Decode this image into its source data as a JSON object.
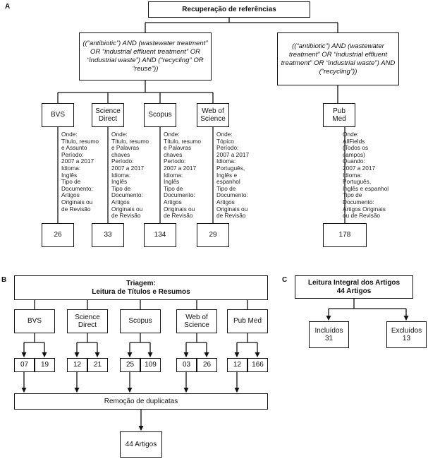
{
  "panels": {
    "a": "A",
    "b": "B",
    "c": "C"
  },
  "a": {
    "root": "Recuperação de referências",
    "query_left": "((“antibiotic”) AND (wastewater treatment” OR “industrial effluent treatment” OR “industrial waste”) AND (“recycling” OR “reuse”))",
    "query_right": "((“antibiotic”) AND (wastewater treatment” OR “industrial effluent treatment” OR “industrial waste”) AND (“recycling”))",
    "databases": [
      {
        "name": "BVS",
        "details": "Onde:\nTítulo, resumo\ne Assunto\nPeríodo:\n2007 a 2017\nIdioma:\nInglês\nTipo de\nDocumento:\nArtigos\nOriginais ou\nde Revisão",
        "count": "26"
      },
      {
        "name": "Science\nDirect",
        "details": "Onde:\nTítulo, resumo\ne Palavras\nchaves\nPeríodo:\n2007 a 2017\nIdioma:\nInglês\nTipo de\nDocumento:\nArtigos\nOriginais ou\nde Revisão",
        "count": "33"
      },
      {
        "name": "Scopus",
        "details": "Onde:\nTítulo, resumo\ne Palavras\nchaves\nPeríodo:\n2007 a 2017\nIdioma:\nInglês\nTipo de\nDocumento:\nArtigos\nOriginais ou\nde Revisão",
        "count": "134"
      },
      {
        "name": "Web of\nScience",
        "details": "Onde:\nTópico\nPeríodo:\n2007 a 2017\nIdioma:\nPortuguês,\nInglês e\nespanhol\nTipo de\nDocumento:\nArtigos\nOriginais ou\nde Revisão",
        "count": "29"
      },
      {
        "name": "Pub Med",
        "details": "Onde:\nAllFields\n(Todos os\ncampos)\nQuando:\n2007 a 2017\nIdioma:\nPortuguês,\nInglês e espanhol\nTipo de\nDocumento:\nArtigos Originais\nou de Revisão",
        "count": "178"
      }
    ]
  },
  "b": {
    "title": "Triagem:\nLeitura de Títulos e Resumos",
    "databases": [
      {
        "name": "BVS",
        "left": "07",
        "right": "19"
      },
      {
        "name": "Science\nDirect",
        "left": "12",
        "right": "21"
      },
      {
        "name": "Scopus",
        "left": "25",
        "right": "109"
      },
      {
        "name": "Web of\nScience",
        "left": "03",
        "right": "26"
      },
      {
        "name": "Pub Med",
        "left": "12",
        "right": "166"
      }
    ],
    "dedupe": "Remoção de duplicatas",
    "result": "44 Artigos"
  },
  "c": {
    "title": "Leitura Integral dos Artigos\n44 Artigos",
    "included": "Incluídos\n31",
    "excluded": "Excluídos\n13"
  }
}
